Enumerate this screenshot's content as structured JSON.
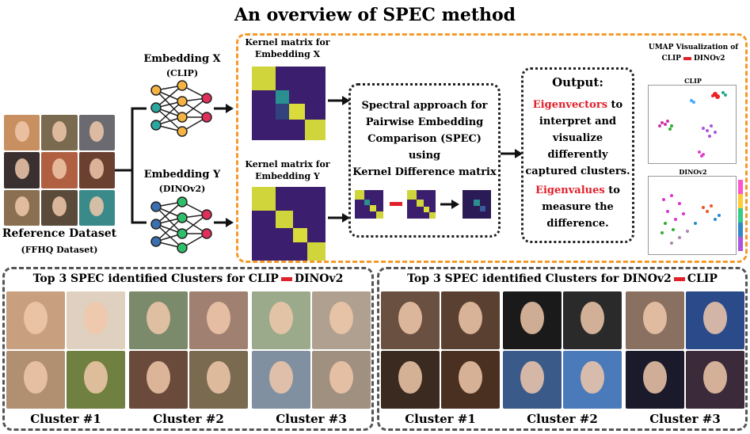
{
  "title": "An overview of SPEC method",
  "left": {
    "dataset_label": "Reference Dataset",
    "dataset_sub": "(FFHQ Dataset)",
    "embedding_x": "Embedding X",
    "embedding_x_sub": "(CLIP)",
    "embedding_y": "Embedding Y",
    "embedding_y_sub": "(DINOv2)"
  },
  "kernel": {
    "x_line1": "Kernel matrix for",
    "x_line2": "Embedding X",
    "y_line1": "Kernel matrix for",
    "y_line2": "Embedding Y"
  },
  "spec": {
    "line1": "Spectral approach for",
    "line2": "Pairwise Embedding",
    "line3": "Comparison (SPEC)",
    "line4": "using",
    "line5": "Kernel Difference matrix"
  },
  "output": {
    "heading": "Output:",
    "eigvec": "Eigenvectors",
    "l1": " to",
    "l2": "interpret and",
    "l3": "visualize",
    "l4": "differently",
    "l5": "captured clusters.",
    "eigval": "Eigenvalues",
    "l6": " to",
    "l7": "measure the",
    "l8": "difference."
  },
  "umap": {
    "title1": "UMAP Visualization of",
    "title2a": "CLIP",
    "title2b": "DINOv2",
    "clip": "CLIP",
    "dino": "DINOv2"
  },
  "bottom_left": {
    "title_a": "Top 3 SPEC identified Clusters for CLIP",
    "title_b": "DINOv2",
    "c1": "Cluster #1",
    "c2": "Cluster #2",
    "c3": "Cluster #3"
  },
  "bottom_right": {
    "title_a": "Top 3 SPEC identified Clusters for DINOv2",
    "title_b": "CLIP",
    "c1": "Cluster #1",
    "c2": "Cluster #2",
    "c3": "Cluster #3"
  },
  "colors": {
    "accent_orange": "#f39a2b",
    "accent_red": "#e0202a",
    "matrix_dark": "#3b1f6e",
    "matrix_yellow": "#d9dc3a",
    "matrix_teal": "#2a8f8f",
    "node_orange": "#f5b342",
    "node_green": "#2fbf6a",
    "node_teal": "#2aa8a0",
    "node_red": "#e0305a",
    "node_blue": "#3a6fb0"
  }
}
